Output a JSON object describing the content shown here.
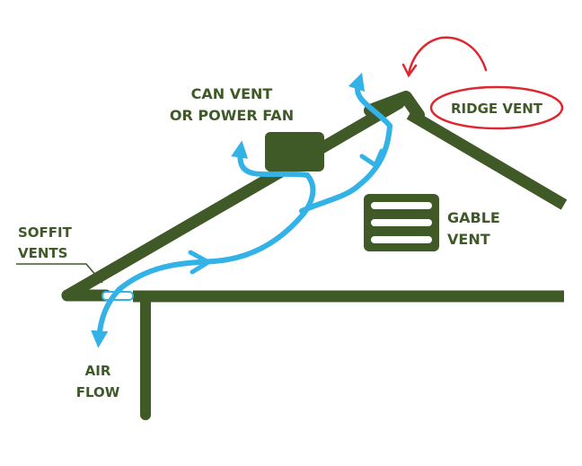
{
  "colors": {
    "structure": "#3f5a27",
    "airflow": "#33b2e8",
    "annotation": "#e0262f",
    "background": "#ffffff",
    "label": "#3f5a27",
    "leader": "#3f5a27"
  },
  "labels": {
    "can_vent": [
      "CAN VENT",
      "OR POWER FAN"
    ],
    "ridge_vent": "RIDGE VENT",
    "gable_vent": [
      "GABLE",
      "VENT"
    ],
    "soffit_vents": [
      "SOFFIT",
      "VENTS"
    ],
    "air_flow": [
      "AIR",
      "FLOW"
    ]
  }
}
